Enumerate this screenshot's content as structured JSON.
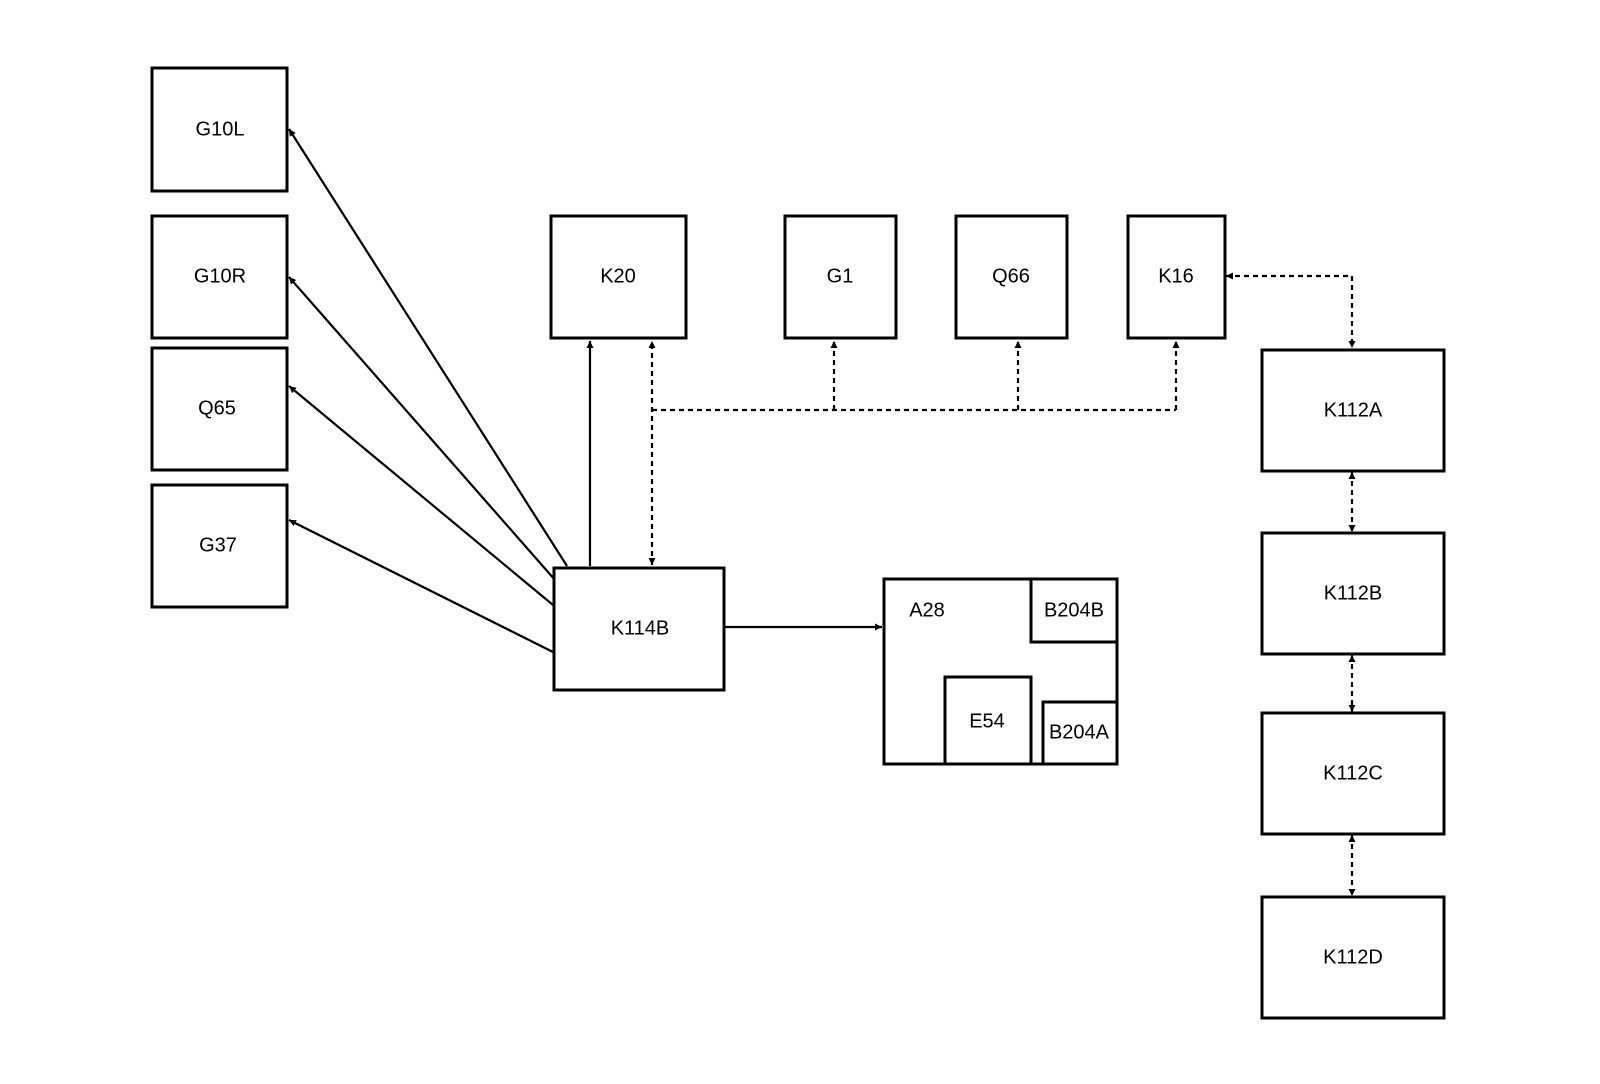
{
  "diagram": {
    "components": {
      "g10l": "G10L",
      "g10r": "G10R",
      "q65": "Q65",
      "g37": "G37",
      "k20": "K20",
      "g1": "G1",
      "q66": "Q66",
      "k16": "K16",
      "k114b": "K114B",
      "a28": "A28",
      "b204b": "B204B",
      "e54": "E54",
      "b204a": "B204A",
      "k112a": "K112A",
      "k112b": "K112B",
      "k112c": "K112C",
      "k112d": "K112D"
    },
    "connections": [
      {
        "from": "K114B",
        "to": "G10L",
        "style": "solid",
        "direction": "forward"
      },
      {
        "from": "K114B",
        "to": "G10R",
        "style": "solid",
        "direction": "forward"
      },
      {
        "from": "K114B",
        "to": "Q65",
        "style": "solid",
        "direction": "forward"
      },
      {
        "from": "K114B",
        "to": "G37",
        "style": "solid",
        "direction": "forward"
      },
      {
        "from": "K114B",
        "to": "K20",
        "style": "solid",
        "direction": "forward"
      },
      {
        "from": "K114B",
        "to": "A28",
        "style": "solid",
        "direction": "forward"
      },
      {
        "from": "K114B",
        "to": "K20",
        "style": "dashed",
        "direction": "both"
      },
      {
        "from": "K114B",
        "to": "G1",
        "style": "dashed",
        "direction": "forward"
      },
      {
        "from": "K114B",
        "to": "Q66",
        "style": "dashed",
        "direction": "forward"
      },
      {
        "from": "K114B",
        "to": "K16",
        "style": "dashed",
        "direction": "forward"
      },
      {
        "from": "K16",
        "to": "K112A",
        "style": "dashed",
        "direction": "both"
      },
      {
        "from": "K112A",
        "to": "K112B",
        "style": "dashed",
        "direction": "both"
      },
      {
        "from": "K112B",
        "to": "K112C",
        "style": "dashed",
        "direction": "both"
      },
      {
        "from": "K112C",
        "to": "K112D",
        "style": "dashed",
        "direction": "both"
      }
    ]
  }
}
